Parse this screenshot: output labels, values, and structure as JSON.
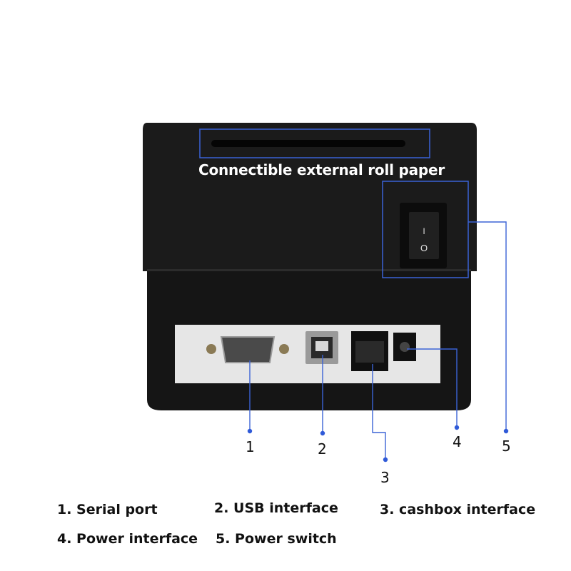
{
  "top_label": "Connectible external roll paper",
  "switch": {
    "on_symbol": "I",
    "off_symbol": "O"
  },
  "callouts": {
    "serial": "1",
    "usb": "2",
    "cashbox": "3",
    "power_interface": "4",
    "power_switch": "5"
  },
  "legend": {
    "item1": "1. Serial port",
    "item2": "2. USB interface",
    "item3": "3. cashbox interface",
    "item4": "4. Power interface",
    "item5": "5. Power switch"
  },
  "colors": {
    "body": "#1b1b1b",
    "leader_line": "#3b63d6",
    "panel": "#e6e6e6"
  }
}
